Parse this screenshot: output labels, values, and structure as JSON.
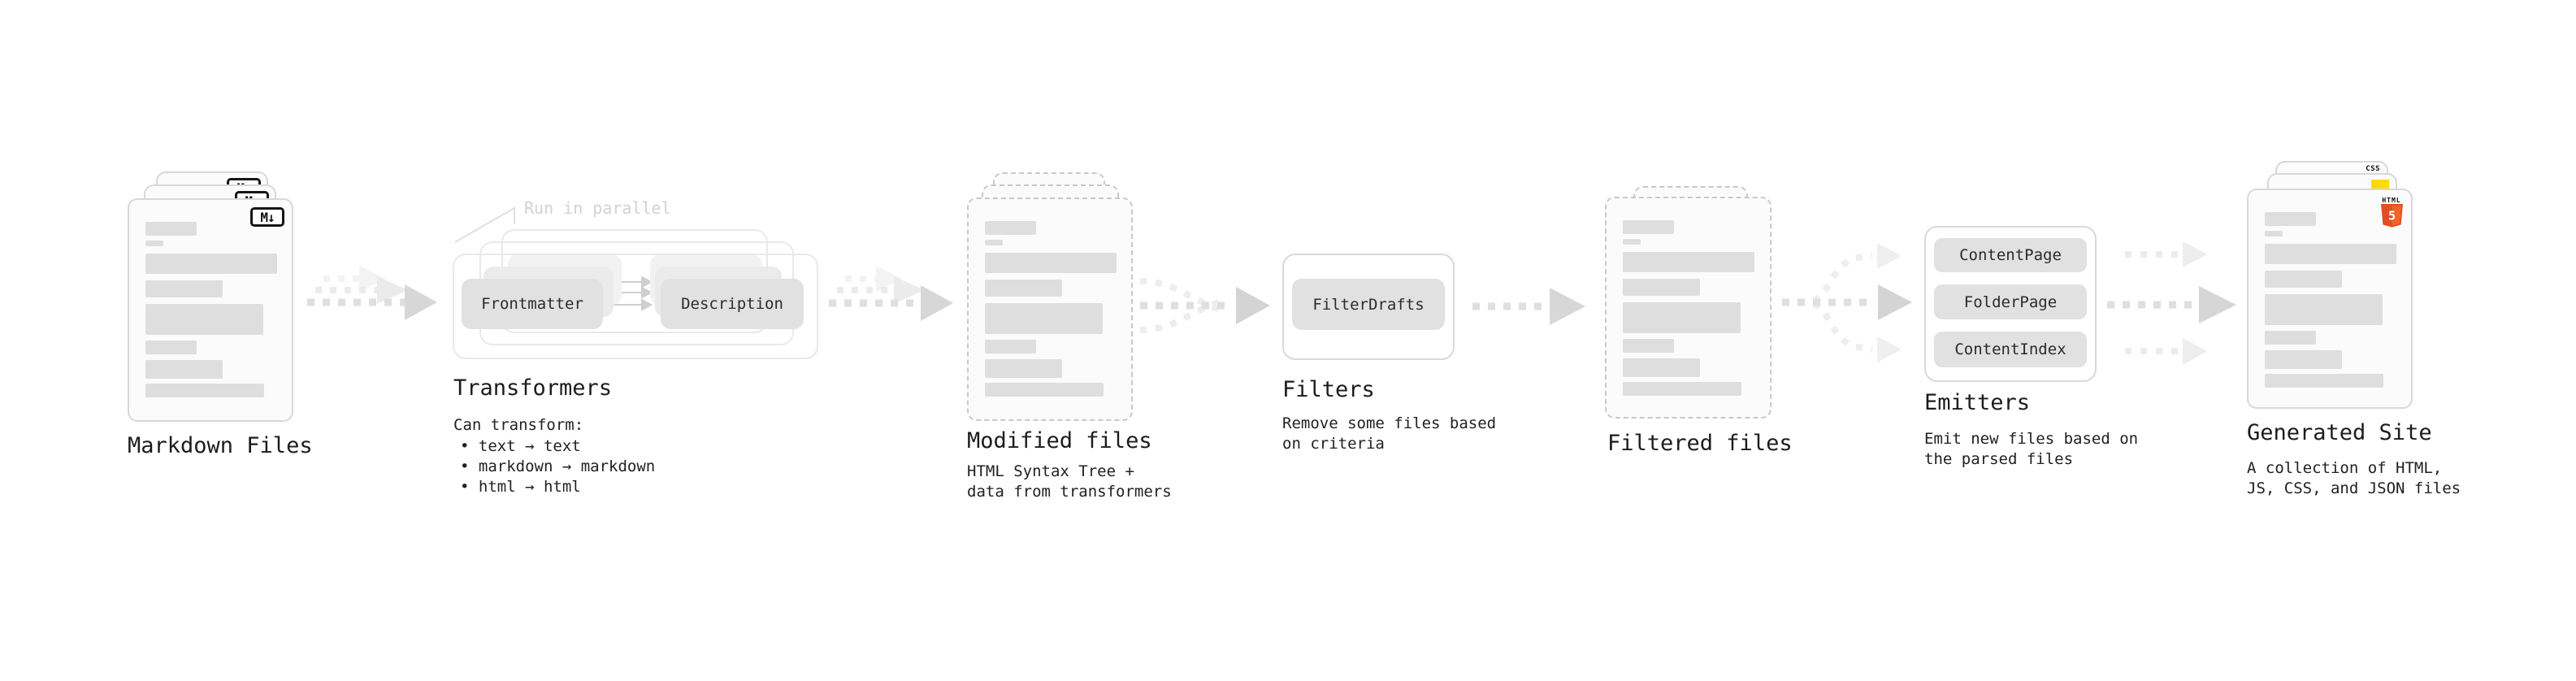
{
  "stages": {
    "markdown": {
      "label": "Markdown Files",
      "badge": "M↓"
    },
    "transformers": {
      "label": "Transformers",
      "annotation": "Run in parallel",
      "pill_left": "Frontmatter",
      "pill_right": "Description",
      "desc": "Can transform:",
      "bullets": [
        "• text → text",
        "• markdown → markdown",
        "• html → html"
      ]
    },
    "modified": {
      "label": "Modified files",
      "desc_line1": "HTML Syntax Tree +",
      "desc_line2": "data from transformers"
    },
    "filters": {
      "label": "Filters",
      "pill": "FilterDrafts",
      "desc_line1": "Remove some files based",
      "desc_line2": "on criteria"
    },
    "filtered": {
      "label": "Filtered files"
    },
    "emitters": {
      "label": "Emitters",
      "pills": [
        "ContentPage",
        "FolderPage",
        "ContentIndex"
      ],
      "desc_line1": "Emit new files based on",
      "desc_line2": "the parsed files"
    },
    "generated": {
      "label": "Generated Site",
      "desc_line1": "A collection of HTML,",
      "desc_line2": "JS, CSS, and JSON files",
      "badge_css": "CSS",
      "badge_html_text": "HTML",
      "badge_html_number": "5"
    }
  },
  "colors": {
    "html5_orange": "#e44d26",
    "html5_orange_light": "#f16529",
    "js_yellow": "#ffdb00",
    "css_blue": "#2760e6",
    "card_border": "#d8d8d8",
    "bar_gray": "#dedede",
    "arrow_gray": "#dfdfdf"
  }
}
